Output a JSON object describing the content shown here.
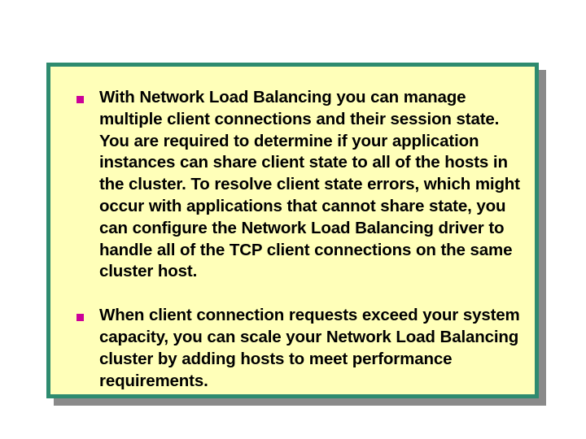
{
  "slide": {
    "background_color": "#ffffff",
    "content_box": {
      "background_color": "#ffffb9",
      "border_color": "#2e8b6f",
      "shadow_color": "#8a8a8a"
    },
    "bullet": {
      "marker_shape": "square",
      "marker_color": "#cc0099",
      "text_color": "#000000"
    },
    "items": [
      {
        "marker": "square-bullet-icon",
        "text": "With Network Load Balancing you can manage multiple client connections and their session state. You are required to determine if your application instances can share client state to all of the hosts in the cluster. To resolve client state errors, which might occur with applications that cannot share state, you can configure the Network Load Balancing driver to handle all of the TCP client connections on the same cluster host."
      },
      {
        "marker": "square-bullet-icon",
        "text": "When client connection requests exceed your system capacity, you can scale your Network Load Balancing cluster by adding hosts to meet performance requirements."
      }
    ]
  }
}
